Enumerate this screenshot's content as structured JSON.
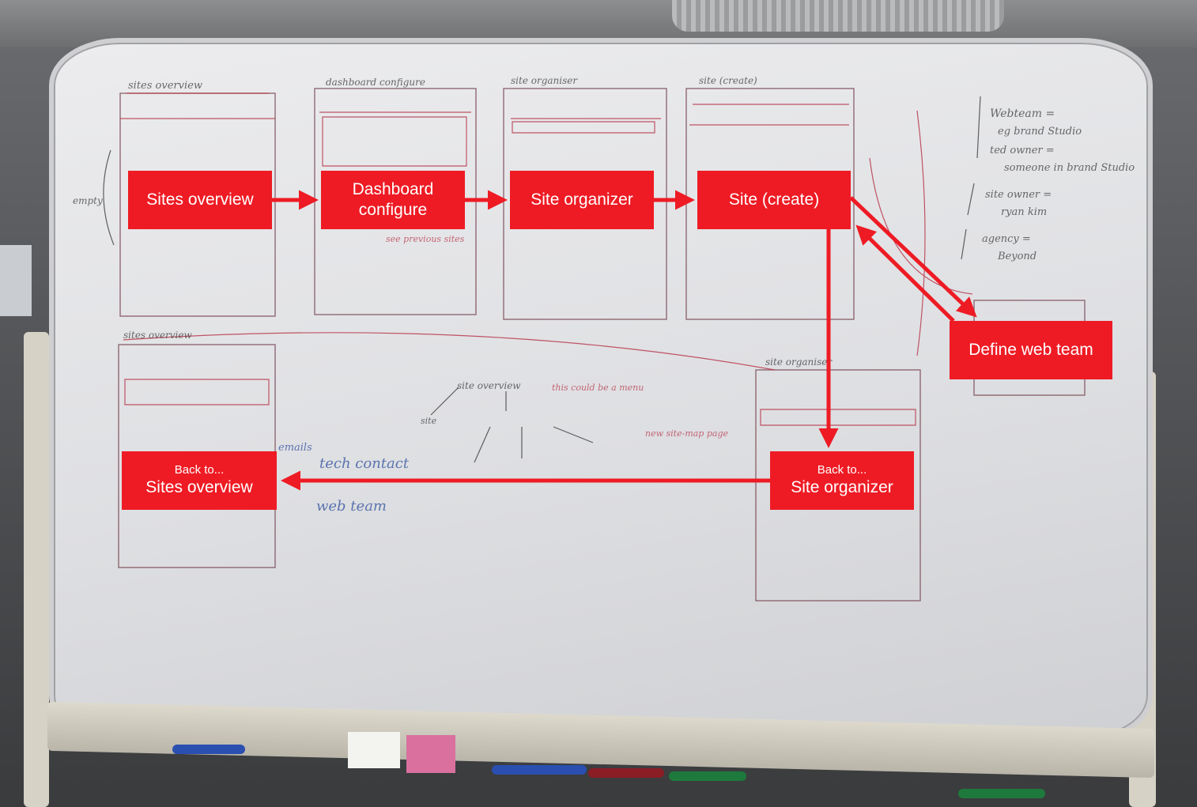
{
  "nodes": {
    "sites_overview": "Sites overview",
    "dashboard_configure_line1": "Dashboard",
    "dashboard_configure_line2": "configure",
    "site_organizer": "Site organizer",
    "site_create": "Site (create)",
    "define_web_team": "Define web team",
    "back_to_org_prefix": "Back to...",
    "back_to_org_main": "Site organizer",
    "back_to_sites_prefix": "Back to...",
    "back_to_sites_main": "Sites overview"
  },
  "colors": {
    "node_fill": "#ee1b24",
    "node_text": "#ffffff",
    "arrow": "#ee1b24"
  }
}
